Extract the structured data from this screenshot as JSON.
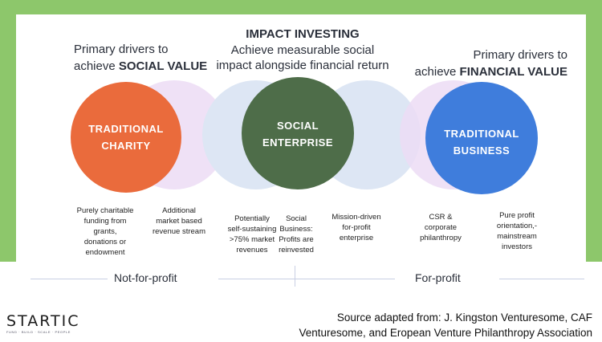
{
  "heading": {
    "title": "IMPACT INVESTING",
    "subtitle_line1": "Achieve measurable social",
    "subtitle_line2": "impact alongside financial return"
  },
  "left_drivers": {
    "line1": "Primary drivers to",
    "line2_prefix": "achieve ",
    "line2_bold": "SOCIAL VALUE"
  },
  "right_drivers": {
    "line1": "Primary drivers to",
    "line2_prefix": "achieve ",
    "line2_bold": "FINANCIAL VALUE"
  },
  "circles": {
    "charity": {
      "line1": "TRADITIONAL",
      "line2": "CHARITY",
      "color": "#ea6b3c"
    },
    "social": {
      "line1": "SOCIAL",
      "line2": "ENTERPRISE",
      "color": "#4e6d49"
    },
    "business": {
      "line1": "TRADITIONAL",
      "line2": "BUSINESS",
      "color": "#3f7ddc"
    },
    "ghost_colors": {
      "lavender": "#ecdcf5",
      "blue": "#dde6f4"
    }
  },
  "descriptors": [
    {
      "lines": [
        "Purely charitable",
        "funding from",
        "grants,",
        "donations or",
        "endowment"
      ]
    },
    {
      "lines": [
        "Additional",
        "market based",
        "revenue stream"
      ]
    },
    {
      "lines": [
        "Potentially",
        "self-sustaining",
        ">75% market",
        "revenues"
      ]
    },
    {
      "lines": [
        "Social",
        "Business:",
        "Profits are",
        "reinvested"
      ]
    },
    {
      "lines": [
        "Mission-driven",
        "for-profit",
        "enterprise"
      ]
    },
    {
      "lines": [
        "CSR &",
        "corporate",
        "philanthropy"
      ]
    },
    {
      "lines": [
        "Pure profit",
        "orientation,-",
        "mainstream",
        "investors"
      ]
    }
  ],
  "axis": {
    "left_label": "Not-for-profit",
    "right_label": "For-profit"
  },
  "logo": {
    "name": "STARTIC",
    "tagline": "FUND · BUILD · SCALE · PEOPLE"
  },
  "source": {
    "line1": "Source adapted from: J. Kingston Venturesome, CAF",
    "line2": "Venturesome, and Eropean Venture Philanthropy Association"
  },
  "colors": {
    "band_green": "#8dc76b"
  }
}
